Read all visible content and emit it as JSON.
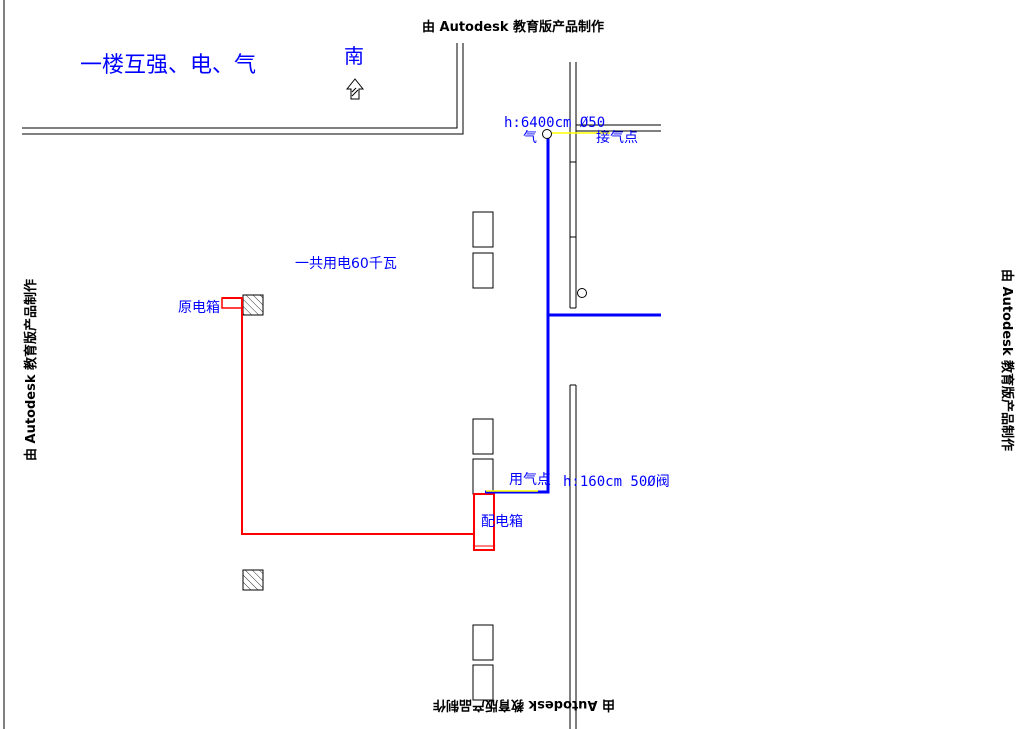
{
  "watermark": "由 Autodesk 教育版产品制作",
  "title": "一楼互强、电、气",
  "north_label": "南",
  "labels": {
    "gas_height": "h:6400cm  Ø50",
    "gas": "气",
    "gas_connection": "接气点",
    "total_power": "一共用电60千瓦",
    "original_box": "原电箱",
    "gas_use_point": "用气点",
    "gas_use_spec": "h:160cm 50Ø阀",
    "distribution_box": "配电箱"
  },
  "colors": {
    "power_line": "#ff0000",
    "gas_line": "#0000ff",
    "gas_branch": "#ffff00",
    "text": "#0000ff"
  }
}
